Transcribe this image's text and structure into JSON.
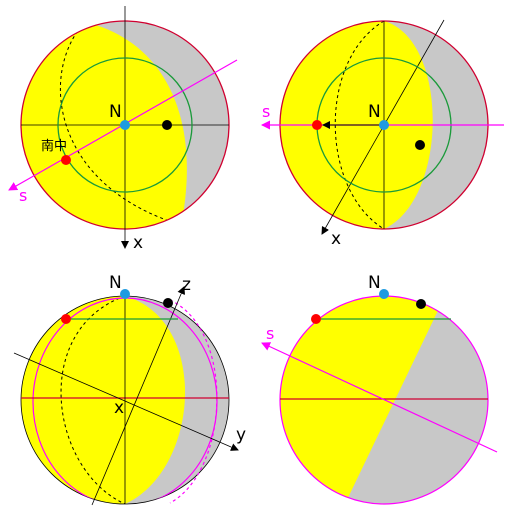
{
  "colors": {
    "lit": "#ffff00",
    "shadow": "#c8c8c8",
    "outline_red": "#d00030",
    "orbit_green": "#1a9a3a",
    "axis_magenta": "#ff00ff",
    "pole_blue": "#1e9be0",
    "marker_red": "#ff0000",
    "marker_black": "#000000",
    "axis_black": "#000000"
  },
  "panels": [
    {
      "id": "top-left",
      "labels": {
        "north": "N",
        "x_axis": "x",
        "south": "s",
        "transit": "南中"
      }
    },
    {
      "id": "top-right",
      "labels": {
        "north": "N",
        "x_axis": "x",
        "south": "s"
      }
    },
    {
      "id": "bottom-left",
      "labels": {
        "north": "N",
        "x_axis": "x",
        "y_axis": "y",
        "z_axis": "z"
      }
    },
    {
      "id": "bottom-right",
      "labels": {
        "north": "N",
        "south": "s"
      }
    }
  ]
}
